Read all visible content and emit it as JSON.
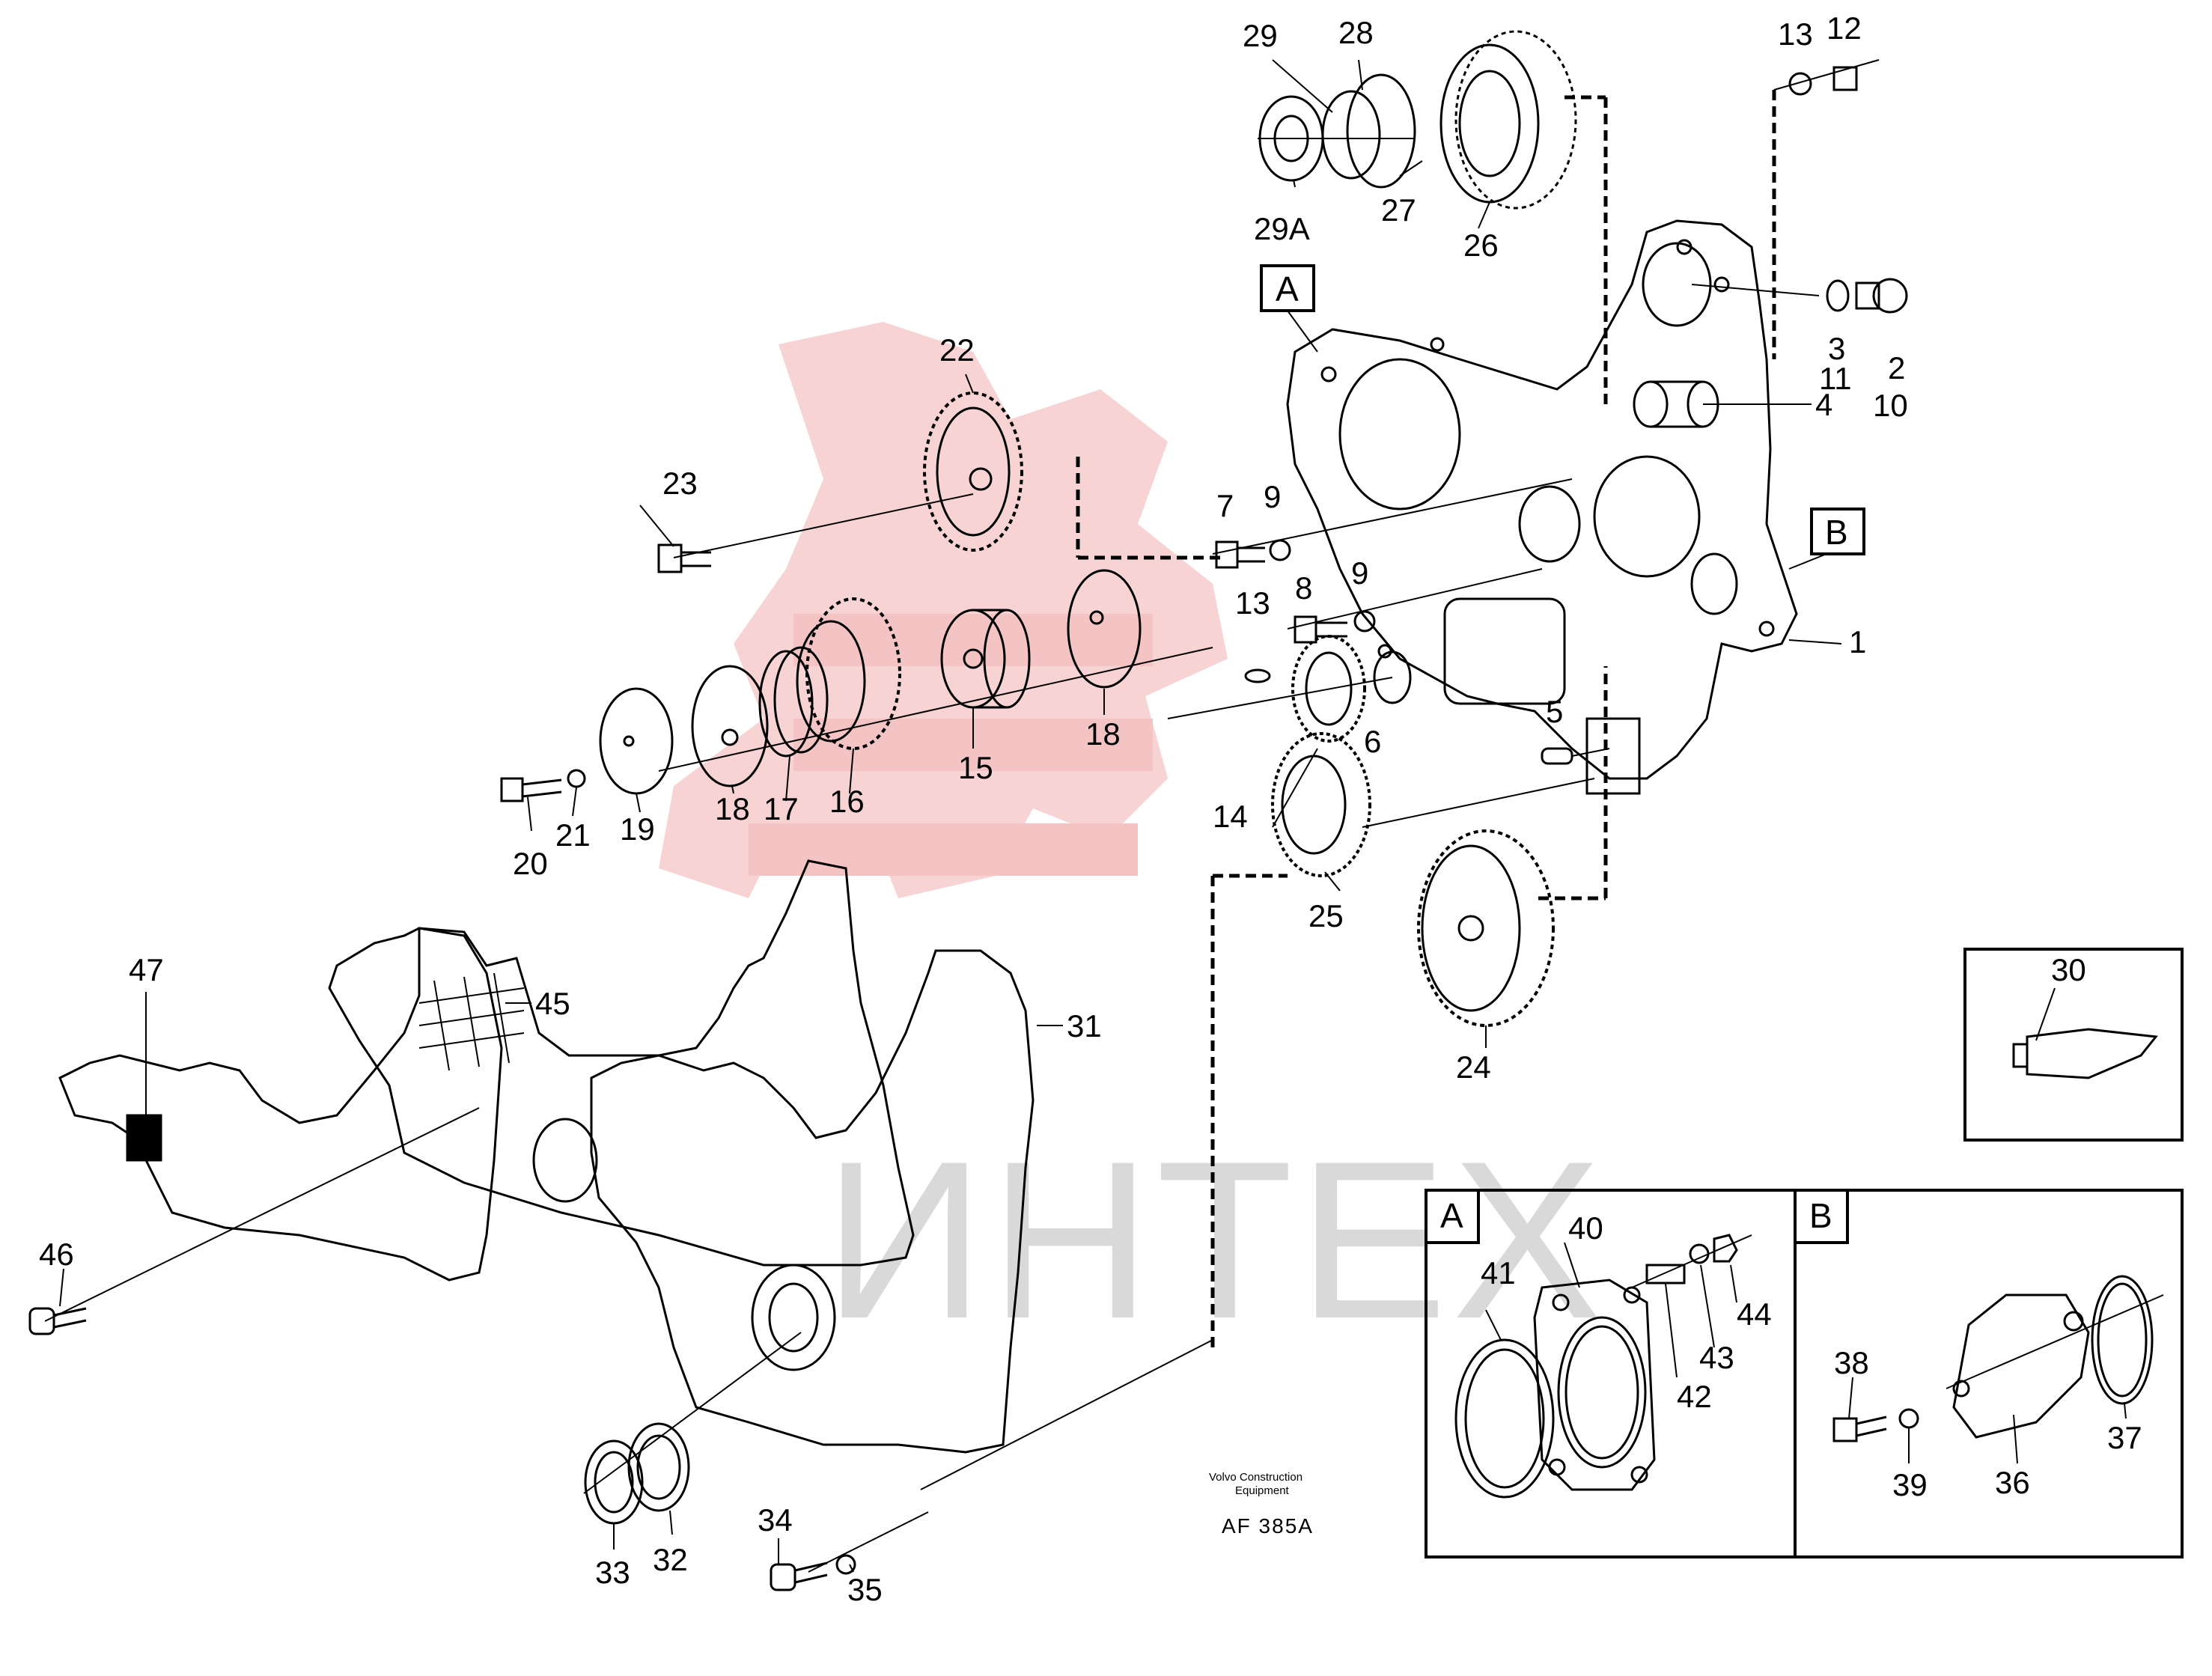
{
  "watermark": {
    "text": "ИНТЕХ",
    "logo_color": "#f4c4c4",
    "text_color": "#d9d9d9"
  },
  "credit": {
    "line1": "Volvo Construction",
    "line2": "Equipment",
    "code": "AF 385A"
  },
  "callouts": {
    "c29": "29",
    "c28": "28",
    "c29A": "29A",
    "c27": "27",
    "c26": "26",
    "c13a": "13",
    "c12": "12",
    "c3": "3",
    "c11": "11",
    "c2": "2",
    "c10": "10",
    "c4": "4",
    "c22": "22",
    "c23": "23",
    "c7": "7",
    "c9a": "9",
    "c8": "8",
    "c9b": "9",
    "c13b": "13",
    "c6": "6",
    "c5": "5",
    "c1": "1",
    "c14": "14",
    "c25": "25",
    "c24": "24",
    "c15": "15",
    "c16": "16",
    "c17": "17",
    "c18a": "18",
    "c18b": "18",
    "c19": "19",
    "c20": "20",
    "c21": "21",
    "c47": "47",
    "c45": "45",
    "c46": "46",
    "c31": "31",
    "c33": "33",
    "c32": "32",
    "c34": "34",
    "c35": "35",
    "c30": "30",
    "c40": "40",
    "c41": "41",
    "c42": "42",
    "c43": "43",
    "c44": "44",
    "c38": "38",
    "c39": "39",
    "c36": "36",
    "c37": "37"
  },
  "view_labels": {
    "A_main": "A",
    "B_main": "B",
    "A_inset": "A",
    "B_inset": "B"
  }
}
